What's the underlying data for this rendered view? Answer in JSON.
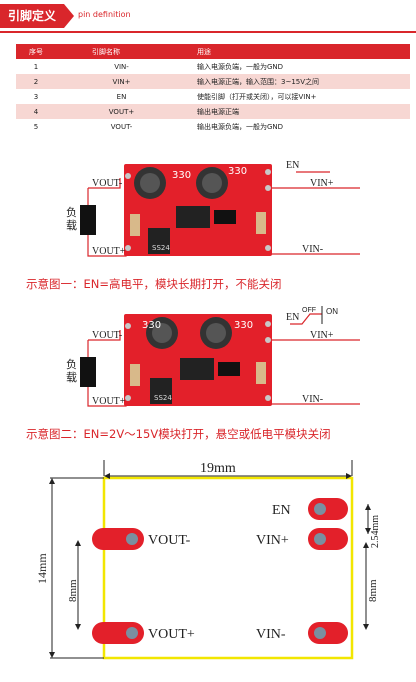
{
  "header": {
    "title": "引脚定义",
    "subtitle": "pin definition"
  },
  "table": {
    "columns": [
      "序号",
      "引脚名称",
      "用途"
    ],
    "rows": [
      [
        "1",
        "VIN-",
        "输入电源负端，一般为GND"
      ],
      [
        "2",
        "VIN+",
        "输入电源正端，输入范围：3~15V之间"
      ],
      [
        "3",
        "EN",
        "使能引脚（打开或关闭），可以接VIN+"
      ],
      [
        "4",
        "VOUT+",
        "输出电源正端"
      ],
      [
        "5",
        "VOUT-",
        "输出电源负端，一般为GND"
      ]
    ]
  },
  "diagram1": {
    "labels": {
      "vout_minus": "VOUT-",
      "vout_plus": "VOUT+",
      "en": "EN",
      "vin_plus": "VIN+",
      "vin_minus": "VIN-",
      "load": "负载"
    },
    "chip_text": {
      "inductor_a": "330",
      "inductor_b": "330",
      "diode": "SS24"
    },
    "caption": "示意图一：EN=高电平，模块长期打开，不能关闭"
  },
  "diagram2": {
    "labels": {
      "vout_minus": "VOUT-",
      "vout_plus": "VOUT+",
      "en": "EN",
      "off": "OFF",
      "on": "ON",
      "vin_plus": "VIN+",
      "vin_minus": "VIN-",
      "load": "负载"
    },
    "chip_text": {
      "inductor_a": "330",
      "inductor_b": "330",
      "diode": "SS24"
    },
    "caption": "示意图二：EN=2V～15V模块打开，悬空或低电平模块关闭"
  },
  "dimensions": {
    "width": "19mm",
    "height": "14mm",
    "pin_spacing_left": "8mm",
    "pin_spacing_right": "8mm",
    "pitch": "2.54mm",
    "pins": {
      "en": "EN",
      "vin_plus": "VIN+",
      "vin_minus": "VIN-",
      "vout_minus": "VOUT-",
      "vout_plus": "VOUT+"
    }
  },
  "colors": {
    "accent": "#d9262b",
    "table_alt_row": "#f7d7d3",
    "outline": "#f2e600"
  }
}
